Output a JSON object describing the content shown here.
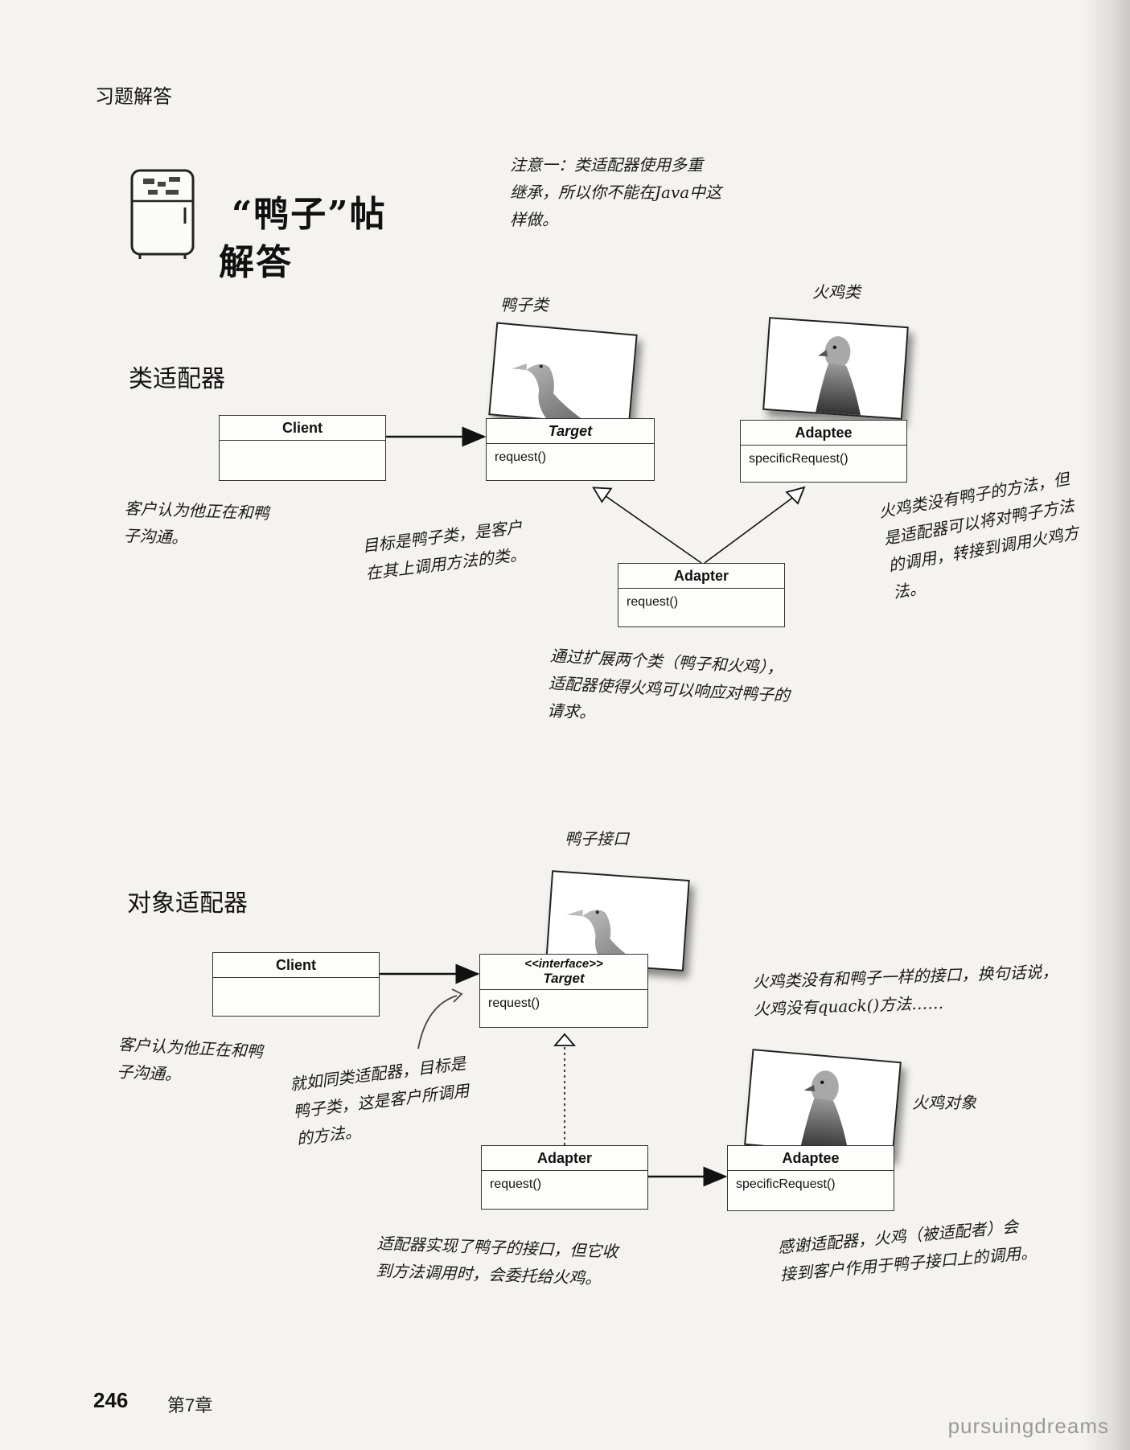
{
  "header": {
    "section": "习题解答"
  },
  "title": {
    "line1": "“鸭子”帖",
    "line2": "解答"
  },
  "note_top": "注意一：类适配器使用多重\n继承，所以你不能在Java中这\n样做。",
  "class_adapter": {
    "heading": "类适配器",
    "label_duck": "鸭子类",
    "label_turkey": "火鸡类",
    "client": {
      "name": "Client"
    },
    "target": {
      "name": "Target",
      "method": "request()"
    },
    "adaptee": {
      "name": "Adaptee",
      "method": "specificRequest()"
    },
    "adapter": {
      "name": "Adapter",
      "method": "request()"
    },
    "note_client": "客户认为他正在和鸭\n子沟通。",
    "note_target": "目标是鸭子类，是客户\n在其上调用方法的类。",
    "note_turkey": "火鸡类没有鸭子的方法，但\n是适配器可以将对鸭子方法\n的调用，转接到调用火鸡方\n法。",
    "note_adapter": "通过扩展两个类（鸭子和火鸡），\n适配器使得火鸡可以响应对鸭子的\n请求。"
  },
  "object_adapter": {
    "heading": "对象适配器",
    "label_duck_interface": "鸭子接口",
    "label_turkey_object": "火鸡对象",
    "client": {
      "name": "Client"
    },
    "target": {
      "stereotype": "<<interface>>",
      "name": "Target",
      "method": "request()"
    },
    "adapter": {
      "name": "Adapter",
      "method": "request()"
    },
    "adaptee": {
      "name": "Adaptee",
      "method": "specificRequest()"
    },
    "note_client": "客户认为他正在和鸭\n子沟通。",
    "note_same": "就如同类适配器，目标是\n鸭子类，这是客户所调用\n的方法。",
    "note_interface": "火鸡类没有和鸭子一样的接口，换句话说，\n火鸡没有quack()方法……",
    "note_adapter": "适配器实现了鸭子的接口，但它收\n到方法调用时，会委托给火鸡。",
    "note_adaptee": "感谢适配器，火鸡（被适配者）会\n接到客户作用于鸭子接口上的调用。"
  },
  "footer": {
    "page_number": "246",
    "chapter": "第7章"
  },
  "watermark": "pursuingdreams"
}
